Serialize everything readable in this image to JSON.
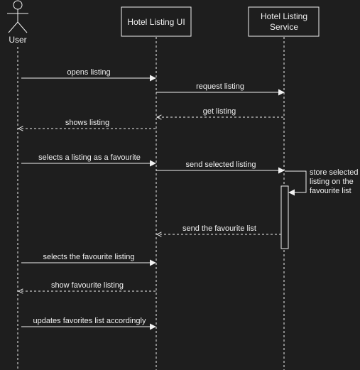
{
  "colors": {
    "background": "#1e1e1e",
    "foreground": "#f0f0f0"
  },
  "participants": [
    {
      "id": "user",
      "kind": "actor",
      "label": "User"
    },
    {
      "id": "ui",
      "kind": "box",
      "label_lines": [
        "Hotel Listing UI"
      ]
    },
    {
      "id": "service",
      "kind": "box",
      "label_lines": [
        "Hotel Listing",
        "Service"
      ]
    }
  ],
  "messages": [
    {
      "id": "m1",
      "label": "opens listing",
      "from": "user",
      "to": "ui",
      "style": "solid"
    },
    {
      "id": "m2",
      "label": "request listing",
      "from": "ui",
      "to": "service",
      "style": "solid"
    },
    {
      "id": "m3",
      "label": "get listing",
      "from": "service",
      "to": "ui",
      "style": "dashed"
    },
    {
      "id": "m4",
      "label": "shows listing",
      "from": "ui",
      "to": "user",
      "style": "dashed"
    },
    {
      "id": "m5",
      "label": "selects a listing as a favourite",
      "from": "user",
      "to": "ui",
      "style": "solid"
    },
    {
      "id": "m6",
      "label": "send selected listing",
      "from": "ui",
      "to": "service",
      "style": "solid"
    },
    {
      "id": "m7",
      "label_lines": [
        "store selected",
        "listing on the",
        "favourite list"
      ],
      "from": "service",
      "to": "service",
      "style": "self"
    },
    {
      "id": "m8",
      "label": "send the favourite list",
      "from": "service",
      "to": "ui",
      "style": "dashed"
    },
    {
      "id": "m9",
      "label": "selects the favourite listing",
      "from": "user",
      "to": "ui",
      "style": "solid"
    },
    {
      "id": "m10",
      "label": "show favourite listing",
      "from": "ui",
      "to": "user",
      "style": "dashed"
    },
    {
      "id": "m11",
      "label": "updates favorites list accordingly",
      "from": "user",
      "to": "ui",
      "style": "solid"
    }
  ]
}
